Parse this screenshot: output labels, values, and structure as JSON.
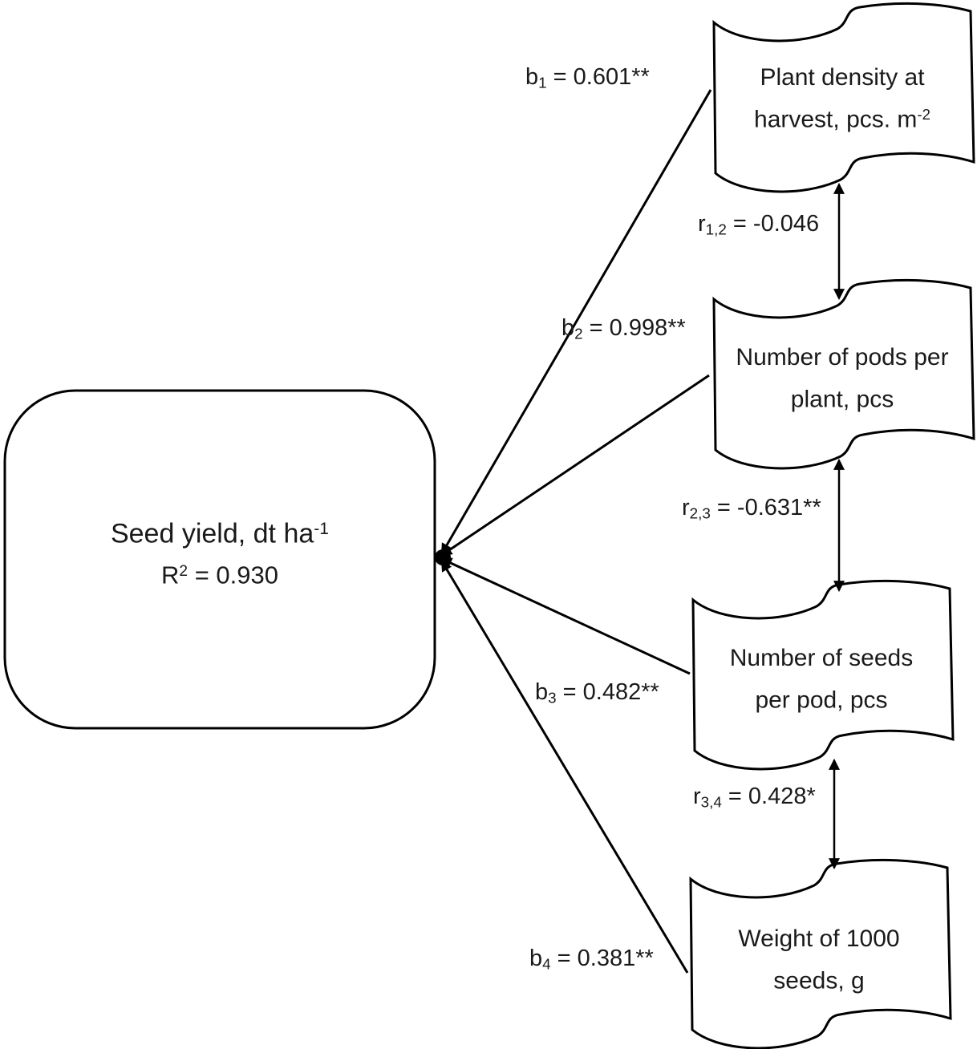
{
  "colors": {
    "background": "#ffffff",
    "ink": "#000000",
    "text": "#1a1a1a"
  },
  "dependent_node": {
    "name_text": "Seed yield, dt ha",
    "name_sup": "-1",
    "r2_base": "R",
    "r2_sup": "2",
    "r2_rest": " = 0.930"
  },
  "factor_nodes": [
    {
      "line1": "Plant density at",
      "line2": "harvest, pcs. m",
      "line2_sup": "-2"
    },
    {
      "line1": "Number of pods per",
      "line2": "plant, pcs",
      "line2_sup": ""
    },
    {
      "line1": "Number of seeds",
      "line2": "per pod, pcs",
      "line2_sup": ""
    },
    {
      "line1": "Weight of 1000",
      "line2": "seeds, g",
      "line2_sup": ""
    }
  ],
  "path_coefficients": [
    {
      "base": "b",
      "sub": "1",
      "rest": " = 0.601**"
    },
    {
      "base": "b",
      "sub": "2",
      "rest": " = 0.998**"
    },
    {
      "base": "b",
      "sub": "3",
      "rest": " = 0.482**"
    },
    {
      "base": "b",
      "sub": "4",
      "rest": " = 0.381**"
    }
  ],
  "correlations": [
    {
      "base": "r",
      "sub": "1,2",
      "rest": " = -0.046"
    },
    {
      "base": "r",
      "sub": "2,3",
      "rest": " = -0.631**"
    },
    {
      "base": "r",
      "sub": "3,4",
      "rest": " = 0.428*"
    }
  ]
}
